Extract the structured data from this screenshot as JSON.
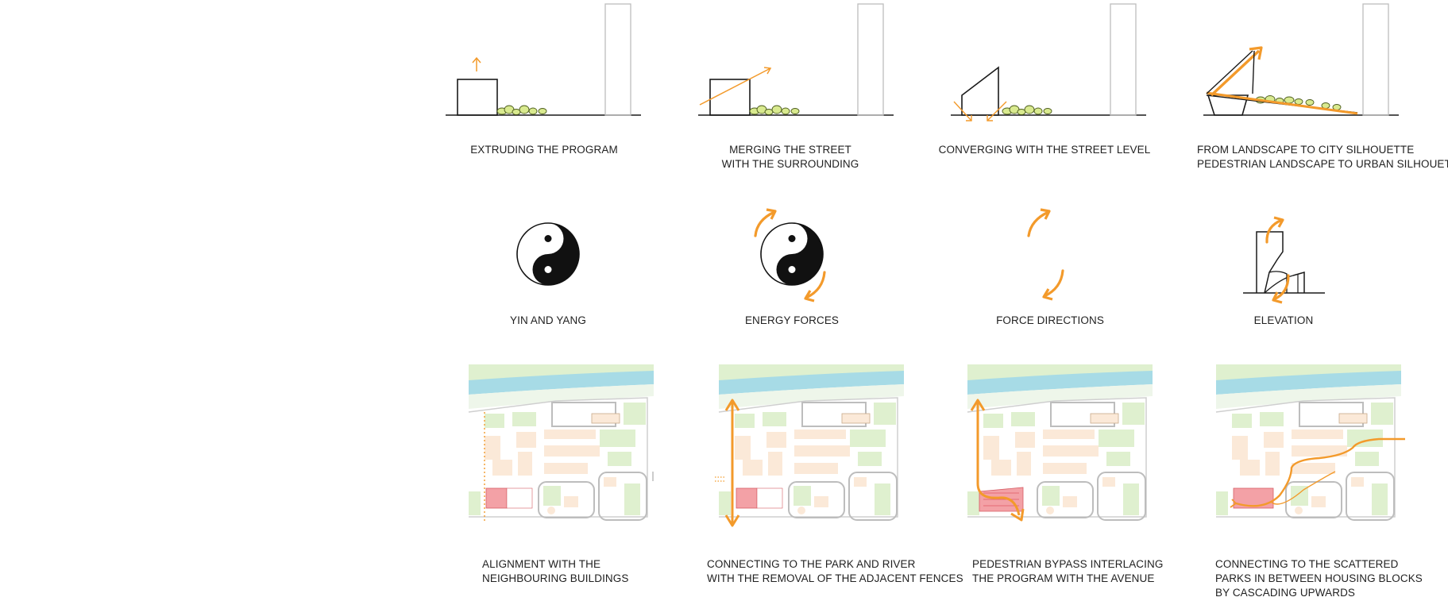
{
  "row1": [
    {
      "lines": [
        "EXTRUDING THE PROGRAM"
      ]
    },
    {
      "lines": [
        "MERGING THE STREET",
        "WITH THE SURROUNDING"
      ]
    },
    {
      "lines": [
        "CONVERGING WITH THE STREET LEVEL"
      ]
    },
    {
      "lines": [
        "FROM LANDSCAPE TO CITY SILHOUETTE",
        "PEDESTRIAN LANDSCAPE TO URBAN SILHOUETTE"
      ]
    }
  ],
  "row2": [
    {
      "lines": [
        "YIN AND YANG"
      ]
    },
    {
      "lines": [
        "ENERGY FORCES"
      ]
    },
    {
      "lines": [
        "FORCE DIRECTIONS"
      ]
    },
    {
      "lines": [
        "ELEVATION"
      ]
    }
  ],
  "row3": [
    {
      "lines": [
        "ALIGNMENT WITH THE",
        "NEIGHBOURING BUILDINGS"
      ]
    },
    {
      "lines": [
        "CONNECTING TO THE PARK AND RIVER",
        "WITH THE REMOVAL OF THE ADJACENT FENCES"
      ]
    },
    {
      "lines": [
        "PEDESTRIAN BYPASS INTERLACING",
        "THE PROGRAM WITH THE AVENUE"
      ]
    },
    {
      "lines": [
        "CONNECTING TO THE SCATTERED",
        "PARKS IN BETWEEN HOUSING BLOCKS",
        "BY CASCADING UPWARDS"
      ]
    }
  ],
  "colors": {
    "accent": "#f39a2b",
    "line": "#1a1a1a",
    "tower": "#bdbdbd",
    "park": "#dff0cf",
    "river": "#a7dbe6",
    "block": "#fbe9d8",
    "site": "#f3a1a6"
  }
}
